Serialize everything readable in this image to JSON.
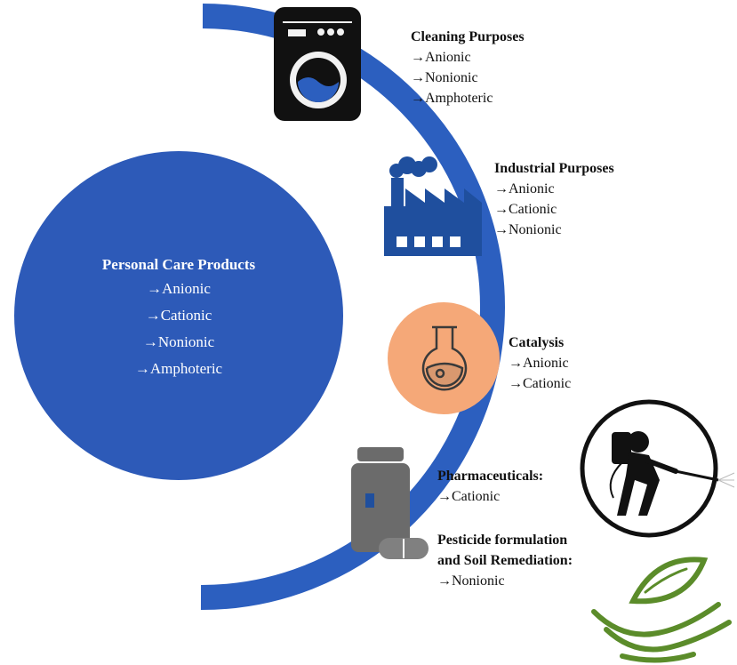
{
  "center": {
    "title": "Personal Care Products",
    "items": [
      "→Anionic",
      "→Cationic",
      "→Nonionic",
      "→Amphoteric"
    ]
  },
  "cleaning": {
    "title": "Cleaning Purposes",
    "items": [
      "→Anionic",
      "→Nonionic",
      "→Amphoteric"
    ]
  },
  "industrial": {
    "title": "Industrial Purposes",
    "items": [
      "→Anionic",
      "→Cationic",
      "→Nonionic"
    ]
  },
  "catalysis": {
    "title": "Catalysis",
    "items": [
      "→Anionic",
      "→Cationic"
    ]
  },
  "pharma": {
    "title": "Pharmaceuticals:",
    "items": [
      "→Cationic"
    ]
  },
  "pesticide": {
    "title_line1": "Pesticide formulation",
    "title_line2": "and Soil Remediation:",
    "items": [
      "→Nonionic"
    ]
  },
  "icons": [
    "washing-machine-icon",
    "factory-icon",
    "flask-icon",
    "pill-bottle-icon",
    "sprayer-person-icon",
    "leaf-hand-icon"
  ],
  "colors": {
    "arc_blue": "#2c5fbf",
    "circle_blue": "#2d5ab8",
    "factory_blue": "#1f4f9e",
    "catalysis_orange": "#f5a878",
    "pill_grey": "#6b6b6b",
    "leaf_green": "#5b8c2a"
  }
}
